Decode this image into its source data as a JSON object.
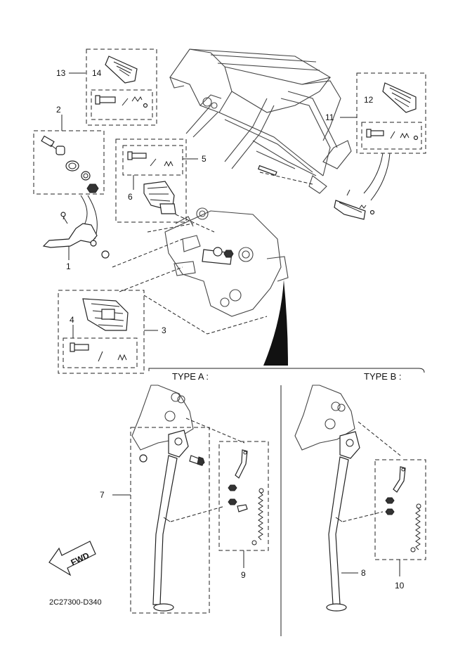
{
  "diagram": {
    "callouts": {
      "c1": "1",
      "c2": "2",
      "c3": "3",
      "c4": "4",
      "c5": "5",
      "c6": "6",
      "c7": "7",
      "c8": "8",
      "c9": "9",
      "c10": "10",
      "c11": "11",
      "c12": "12",
      "c13": "13",
      "c14": "14"
    },
    "type_a": "TYPE A :",
    "type_b": "TYPE B :",
    "fwd": "FWD",
    "drawing_code": "2C27300-D340"
  }
}
